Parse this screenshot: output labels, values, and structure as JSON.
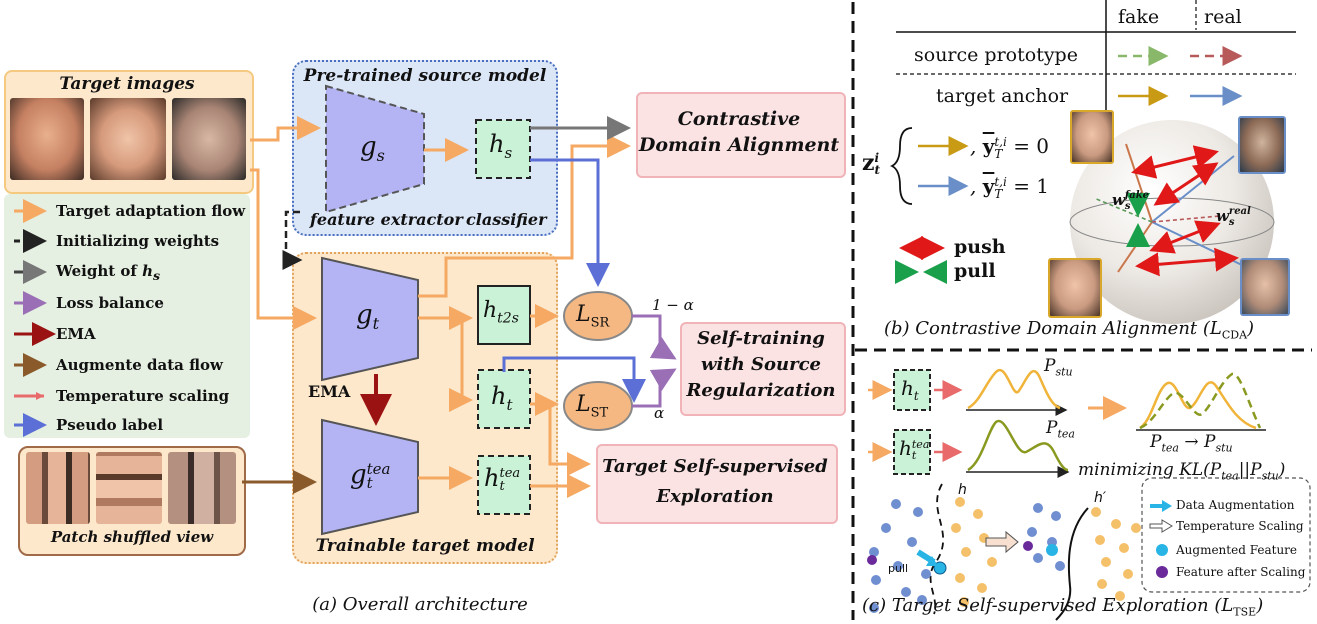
{
  "panel_a": {
    "target_images_title": "Target images",
    "patch_shuffled_title": "Patch shuffled view",
    "source_model_title": "Pre-trained source model",
    "feature_extractor_label": "feature extractor",
    "classifier_label": "classifier",
    "trainable_target_title": "Trainable target model",
    "g_s": "g",
    "g_s_sub": "s",
    "h_s": "h",
    "h_s_sub": "s",
    "g_t": "g",
    "g_t_sub": "t",
    "g_t_tea": "g",
    "g_t_tea_sub": "t",
    "g_t_tea_sup": "tea",
    "h_t2s": "h",
    "h_t2s_sub": "t2s",
    "h_t": "h",
    "h_t_sub": "t",
    "h_t_tea": "h",
    "h_t_tea_sub": "t",
    "h_t_tea_sup": "tea",
    "ema_label": "EMA",
    "loss_sr": "L",
    "loss_sr_sub": "SR",
    "loss_st": "L",
    "loss_st_sub": "ST",
    "one_minus_alpha": "1 − α",
    "alpha": "α",
    "cda_box": [
      "Contrastive",
      "Domain Alignment"
    ],
    "stsr_box": [
      "Self-training",
      "with Source",
      "Regularization"
    ],
    "tse_box": [
      "Target Self-supervised",
      "Exploration"
    ],
    "caption": "(a) Overall architecture",
    "legend": [
      {
        "label": "Target adaptation flow",
        "color": "#f5a962"
      },
      {
        "label": "Initializing weights",
        "color": "#222222"
      },
      {
        "label": "Weight of ",
        "math": "h",
        "math_sub": "s",
        "color": "#444444"
      },
      {
        "label": "Loss balance",
        "color": "#9b6fb6"
      },
      {
        "label": "EMA",
        "color": "#9a1212"
      },
      {
        "label": "Augmente data flow",
        "color": "#8b5a2b"
      },
      {
        "label": "Temperature scaling",
        "color": "#e86a6a"
      },
      {
        "label": "Pseudo label",
        "color": "#5b6fd6"
      }
    ]
  },
  "panel_b": {
    "col_fake": "fake",
    "col_real": "real",
    "row_source": "source prototype",
    "row_target": "target anchor",
    "z_label": "z",
    "eq1": "= 0",
    "eq2": "= 1",
    "y_label": "y",
    "push": "push",
    "pull": "pull",
    "w_fake": "w",
    "w_fake_sup": "fake",
    "w_real": "w",
    "w_real_sup": "real",
    "caption": "(b) Contrastive Domain Alignment (",
    "caption_math": "L",
    "caption_sub": "CDA",
    "caption_end": ")"
  },
  "panel_c": {
    "h_t": "h",
    "h_t_sub": "t",
    "h_tea": "h",
    "h_tea_sub": "t",
    "h_tea_sup": "tea",
    "p_stu": "P",
    "p_stu_sub": "stu",
    "p_tea": "P",
    "p_tea_sub": "tea",
    "arrow_label": "P",
    "minimizing": "minimizing KL(P",
    "minimizing_mid": "||P",
    "minimizing_end": ")",
    "h_label": "h",
    "h_prime": "h′",
    "pull_label": "pull",
    "legend": [
      {
        "label": "Data Augmentation",
        "kind": "arrow-blue"
      },
      {
        "label": "Temperature Scaling",
        "kind": "arrow-white"
      },
      {
        "label": "Augmented Feature",
        "kind": "dot-cyan"
      },
      {
        "label": "Feature after Scaling",
        "kind": "dot-purple"
      }
    ],
    "caption": "(c) Target Self-supervised Exploration (",
    "caption_math": "L",
    "caption_sub": "TSE",
    "caption_end": ")"
  },
  "colors": {
    "orange": "#f5a962",
    "blue_box": "#dbe6f7",
    "orange_box": "#fde8cc",
    "pink_box": "#fbe3e4",
    "green_legend": "#e5f0e2",
    "violet": "#b4b4f5",
    "green_h": "#c9f2d6",
    "loss": "#f5b883"
  }
}
